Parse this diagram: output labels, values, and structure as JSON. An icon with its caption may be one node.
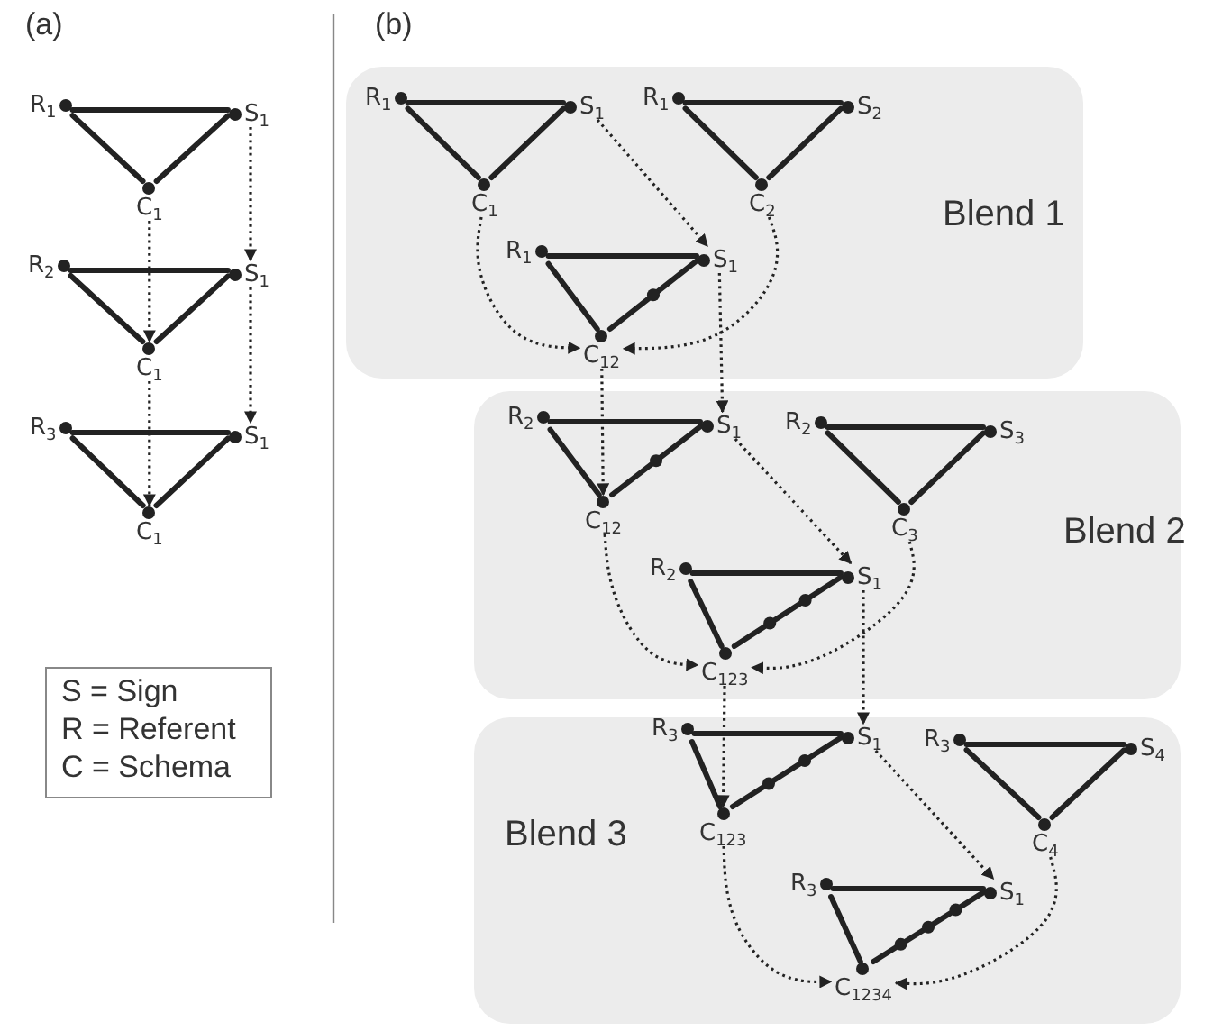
{
  "diagram": {
    "nodes": [
      {
        "text": [
          "R$_{1}$"
        ]
      },
      {
        "text": [
          "S$_{1}$"
        ]
      },
      {
        "text": [
          "C$_{1}$"
        ]
      },
      {
        "text": [
          "R$_{2}$"
        ]
      },
      {
        "text": [
          "S$_{1}$"
        ]
      },
      {
        "text": [
          "C$_{1}$"
        ]
      },
      {
        "text": [
          "R$_{3}$"
        ]
      },
      {
        "text": [
          "S$_{1}$"
        ]
      },
      {
        "text": [
          "C$_{1}$"
        ]
      },
      {
        "text": [
          "S = Sign",
          "R = Referent",
          "C = Schema"
        ]
      },
      {
        "text": [
          "Blend 1"
        ]
      },
      {
        "text": [
          "R$_{1}$"
        ],
        "in": 10
      },
      {
        "text": [
          "S$_{1}$"
        ],
        "in": 10
      },
      {
        "text": [
          "C$_{1}$"
        ],
        "in": 10
      },
      {
        "text": [
          "R$_{1}$"
        ],
        "in": 10
      },
      {
        "text": [
          "S$_{2}$"
        ],
        "in": 10
      },
      {
        "text": [
          "C$_{2}$"
        ],
        "in": 10
      },
      {
        "text": [
          "R$_{1}$"
        ],
        "in": 10
      },
      {
        "text": [
          "S$_{1}$"
        ],
        "in": 10
      },
      {
        "text": [
          "C$_{12}$"
        ],
        "in": 10
      },
      {
        "text": [
          "Blend 2"
        ]
      },
      {
        "text": [
          "R$_{2}$"
        ],
        "in": 20
      },
      {
        "text": [
          "S$_{1}$"
        ],
        "in": 20
      },
      {
        "text": [
          "C$_{12}$"
        ],
        "in": 20
      },
      {
        "text": [
          "R$_{2}$"
        ],
        "in": 20
      },
      {
        "text": [
          "S$_{3}$"
        ],
        "in": 20
      },
      {
        "text": [
          "C$_{3}$"
        ],
        "in": 20
      },
      {
        "text": [
          "R$_{2}$"
        ],
        "in": 20
      },
      {
        "text": [
          "S$_{1}$"
        ],
        "in": 20
      },
      {
        "text": [
          "C$_{123}$"
        ],
        "in": 20
      },
      {
        "text": [
          "Blend 3"
        ]
      },
      {
        "text": [
          "R$_{3}$"
        ],
        "in": 30
      },
      {
        "text": [
          "S$_{1}$"
        ],
        "in": 30
      },
      {
        "text": [
          "C$_{123}$"
        ],
        "in": 30
      },
      {
        "text": [
          "R$_{3}$"
        ],
        "in": 30
      },
      {
        "text": [
          "S$_{4}$"
        ],
        "in": 30
      },
      {
        "text": [
          "C$_{4}$"
        ],
        "in": 30
      },
      {
        "text": [
          "R$_{3}$"
        ],
        "in": 30
      },
      {
        "text": [
          "S$_{1}$"
        ],
        "in": 30
      },
      {
        "text": [
          "C$_{1234}$"
        ],
        "in": 30
      }
    ],
    "edges": [
      {
        "from": 0,
        "to": 1,
        "arrow": "none"
      },
      {
        "from": 1,
        "to": 2,
        "arrow": "none"
      },
      {
        "from": 2,
        "to": 0,
        "arrow": "none"
      },
      {
        "from": 3,
        "to": 4,
        "arrow": "none"
      },
      {
        "from": 4,
        "to": 5,
        "arrow": "none"
      },
      {
        "from": 5,
        "to": 3,
        "arrow": "none"
      },
      {
        "from": 6,
        "to": 7,
        "arrow": "none"
      },
      {
        "from": 7,
        "to": 8,
        "arrow": "none"
      },
      {
        "from": 8,
        "to": 6,
        "arrow": "none"
      },
      {
        "from": 11,
        "to": 12,
        "arrow": "none"
      },
      {
        "from": 12,
        "to": 13,
        "arrow": "none"
      },
      {
        "from": 13,
        "to": 11,
        "arrow": "none"
      },
      {
        "from": 14,
        "to": 15,
        "arrow": "none"
      },
      {
        "from": 15,
        "to": 16,
        "arrow": "none"
      },
      {
        "from": 16,
        "to": 14,
        "arrow": "none"
      },
      {
        "from": 17,
        "to": 18,
        "arrow": "none"
      },
      {
        "from": 18,
        "to": 19,
        "arrow": "none"
      },
      {
        "from": 19,
        "to": 17,
        "arrow": "none"
      },
      {
        "from": 21,
        "to": 22,
        "arrow": "none"
      },
      {
        "from": 22,
        "to": 23,
        "arrow": "none"
      },
      {
        "from": 23,
        "to": 21,
        "arrow": "none"
      },
      {
        "from": 24,
        "to": 25,
        "arrow": "none"
      },
      {
        "from": 25,
        "to": 26,
        "arrow": "none"
      },
      {
        "from": 26,
        "to": 24,
        "arrow": "none"
      },
      {
        "from": 27,
        "to": 28,
        "arrow": "none"
      },
      {
        "from": 28,
        "to": 29,
        "arrow": "none"
      },
      {
        "from": 29,
        "to": 27,
        "arrow": "none"
      },
      {
        "from": 31,
        "to": 32,
        "arrow": "none"
      },
      {
        "from": 32,
        "to": 33,
        "arrow": "none"
      },
      {
        "from": 33,
        "to": 31,
        "arrow": "none"
      },
      {
        "from": 34,
        "to": 35,
        "arrow": "none"
      },
      {
        "from": 35,
        "to": 36,
        "arrow": "none"
      },
      {
        "from": 36,
        "to": 34,
        "arrow": "none"
      },
      {
        "from": 37,
        "to": 38,
        "arrow": "none"
      },
      {
        "from": 38,
        "to": 39,
        "arrow": "none"
      },
      {
        "from": 39,
        "to": 37,
        "arrow": "none"
      },
      {
        "from": 1,
        "to": 4,
        "arrow": "to",
        "style": "dashed"
      },
      {
        "from": 2,
        "to": 5,
        "arrow": "to",
        "style": "dashed"
      },
      {
        "from": 4,
        "to": 7,
        "arrow": "to",
        "style": "dashed"
      },
      {
        "from": 5,
        "to": 8,
        "arrow": "to",
        "style": "dashed"
      },
      {
        "from": 12,
        "to": 18,
        "arrow": "to",
        "style": "dashed"
      },
      {
        "from": 13,
        "to": 19,
        "arrow": "to",
        "style": "dashed"
      },
      {
        "from": 16,
        "to": 19,
        "arrow": "to",
        "style": "dashed"
      },
      {
        "from": 18,
        "to": 22,
        "arrow": "to",
        "style": "dashed"
      },
      {
        "from": 19,
        "to": 23,
        "arrow": "to",
        "style": "dashed"
      },
      {
        "from": 22,
        "to": 28,
        "arrow": "to",
        "style": "dashed"
      },
      {
        "from": 23,
        "to": 29,
        "arrow": "to",
        "style": "dashed"
      },
      {
        "from": 26,
        "to": 29,
        "arrow": "to",
        "style": "dashed"
      },
      {
        "from": 28,
        "to": 32,
        "arrow": "to",
        "style": "dashed"
      },
      {
        "from": 29,
        "to": 33,
        "arrow": "to",
        "style": "dashed"
      },
      {
        "from": 32,
        "to": 38,
        "arrow": "to",
        "style": "dashed"
      },
      {
        "from": 33,
        "to": 39,
        "arrow": "to",
        "style": "dashed"
      },
      {
        "from": 36,
        "to": 39,
        "arrow": "to",
        "style": "dashed"
      }
    ],
    "labels": [
      "(a)",
      "(b)"
    ]
  }
}
